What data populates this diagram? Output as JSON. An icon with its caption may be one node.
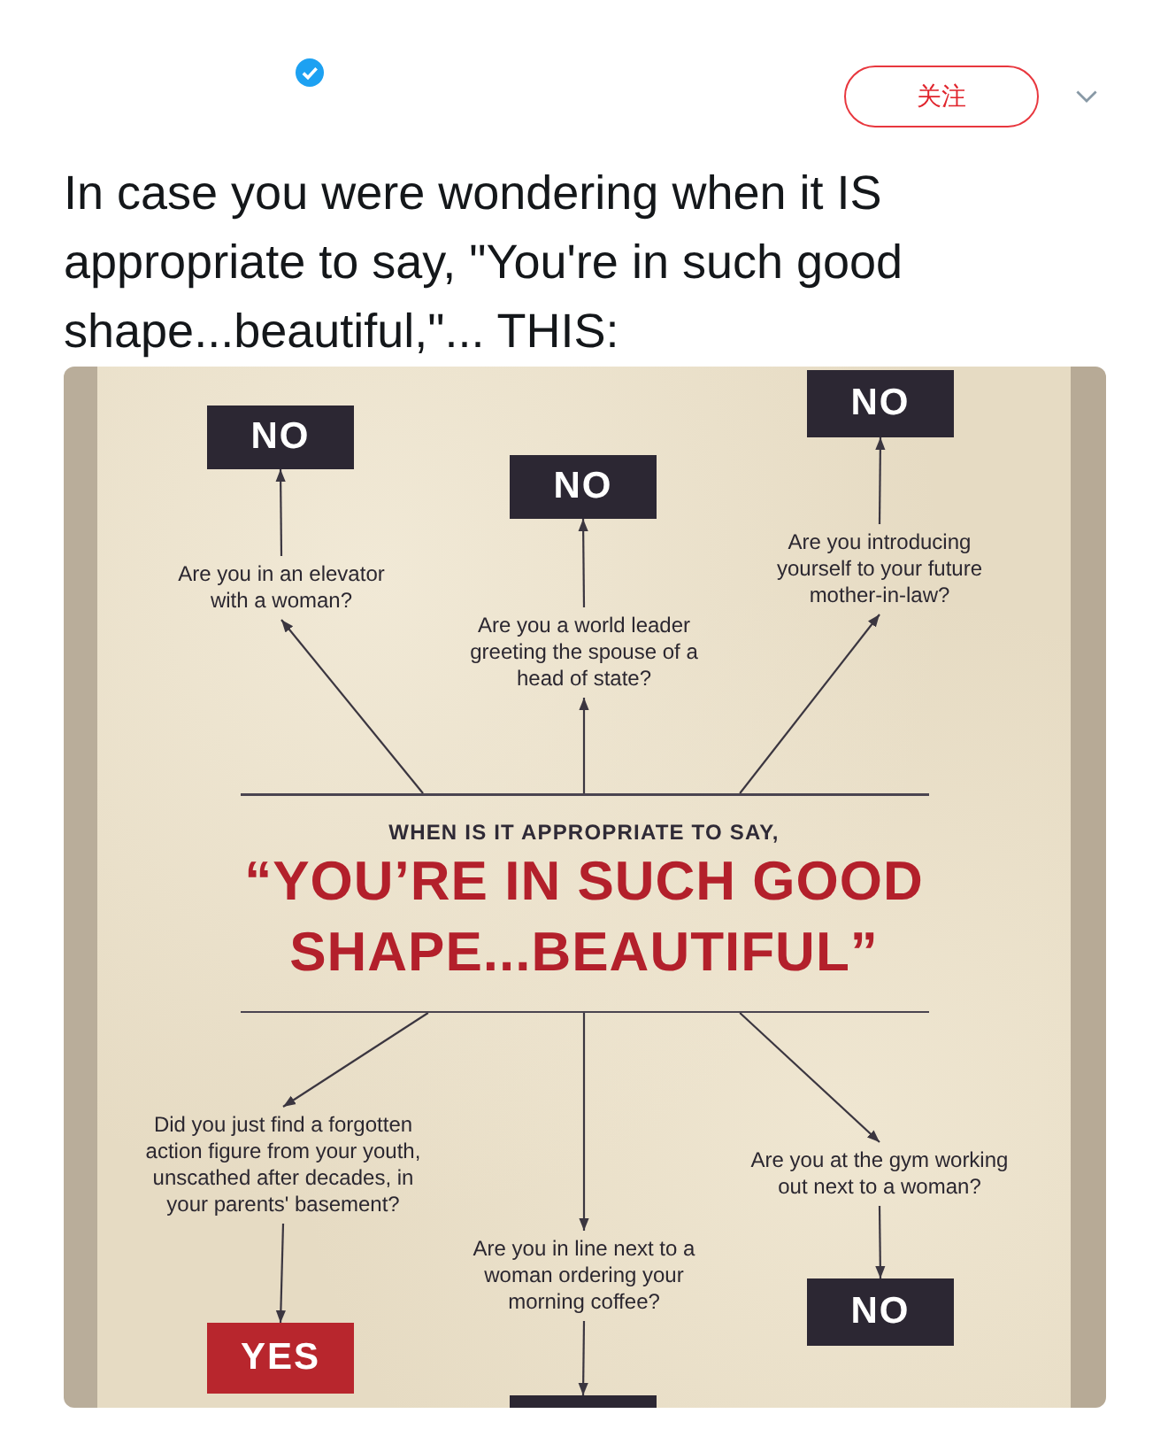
{
  "diagram": {
    "nodes": [
      {
        "text": [
          "NO"
        ]
      },
      {
        "text": [
          "NO"
        ]
      },
      {
        "text": [
          "NO"
        ]
      },
      {
        "text": [
          "Are you in an elevator with a woman?"
        ]
      },
      {
        "text": [
          "Are you a world leader greeting the spouse of a head of state?"
        ]
      },
      {
        "text": [
          "Are you introducing yourself to your future mother-in-law?"
        ]
      },
      {
        "text": [
          "WHEN IS IT APPROPRIATE TO SAY,",
          "“YOU’RE IN SUCH GOOD SHAPE...BEAUTIFUL”"
        ]
      },
      {
        "text": [
          "Did you just find a forgotten action figure from your youth, unscathed after decades, in your parents' basement?"
        ]
      },
      {
        "text": [
          "Are you in line next to a woman ordering your morning coffee?"
        ]
      },
      {
        "text": [
          "Are you at the gym working out next to a woman?"
        ]
      },
      {
        "text": [
          "YES"
        ]
      },
      {
        "text": [],
        "shape": "box"
      },
      {
        "text": [
          "NO"
        ]
      }
    ],
    "edges": [
      {
        "from": 6,
        "to": 3,
        "arrow": "to"
      },
      {
        "from": 6,
        "to": 4,
        "arrow": "to"
      },
      {
        "from": 6,
        "to": 5,
        "arrow": "to"
      },
      {
        "from": 3,
        "to": 0,
        "arrow": "to"
      },
      {
        "from": 4,
        "to": 1,
        "arrow": "to"
      },
      {
        "from": 5,
        "to": 2,
        "arrow": "to"
      },
      {
        "from": 6,
        "to": 7,
        "arrow": "to"
      },
      {
        "from": 6,
        "to": 8,
        "arrow": "to"
      },
      {
        "from": 6,
        "to": 9,
        "arrow": "to"
      },
      {
        "from": 7,
        "to": 10,
        "arrow": "to"
      },
      {
        "from": 8,
        "to": 11,
        "arrow": "to"
      },
      {
        "from": 9,
        "to": 12,
        "arrow": "to"
      }
    ],
    "labels": [
      "关注",
      "In case you were wondering when it IS appropriate to say, \"You're in such good shape...beautiful,\"... THIS:"
    ]
  }
}
